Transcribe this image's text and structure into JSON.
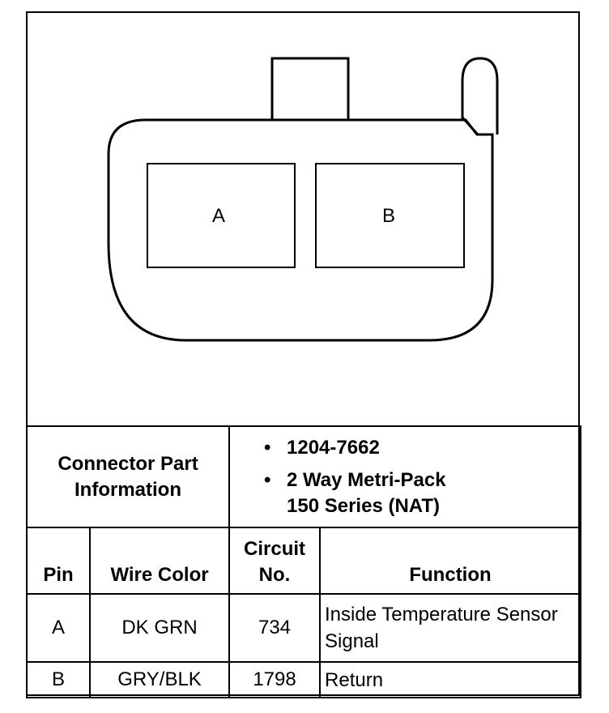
{
  "connector": {
    "pins": [
      {
        "id": "A",
        "label": "A"
      },
      {
        "id": "B",
        "label": "B"
      }
    ]
  },
  "part_info": {
    "label": "Connector Part Information",
    "label_line1": "Connector Part",
    "label_line2": "Information",
    "items": [
      {
        "bullet": "•",
        "line1": "1204-7662",
        "line2": ""
      },
      {
        "bullet": "•",
        "line1": "2 Way Metri-Pack",
        "line2": "150 Series (NAT)"
      }
    ]
  },
  "table": {
    "headers": {
      "pin": "Pin",
      "wire_color": "Wire Color",
      "circuit_line1": "Circuit",
      "circuit_line2": "No.",
      "function": "Function"
    },
    "rows": [
      {
        "pin": "A",
        "wire_color": "DK GRN",
        "circuit": "734",
        "function_line1": "Inside Temperature Sensor",
        "function_line2": "Signal"
      },
      {
        "pin": "B",
        "wire_color": "GRY/BLK",
        "circuit": "1798",
        "function_line1": "Return",
        "function_line2": ""
      }
    ]
  }
}
